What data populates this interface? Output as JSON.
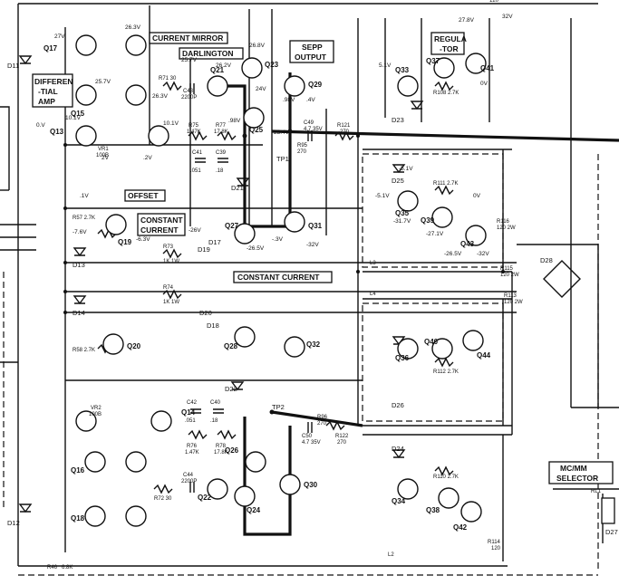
{
  "labels": {
    "current_mirror": "CURRENT MIRROR",
    "darlington": "DARLINGTON",
    "sepp_output_1": "SEPP",
    "sepp_output_2": "OUTPUT",
    "regulator_1": "REGULA",
    "regulator_2": "-TOR",
    "diff_amp_1": "DIFFEREN",
    "diff_amp_2": "-TIAL",
    "diff_amp_3": "AMP",
    "offset": "OFFSET",
    "constant_current_1": "CONSTANT",
    "constant_current_2": "CURRENT",
    "constant_current_main": "CONSTANT CURRENT",
    "mc_mm_selector_1": "MC/MM",
    "mc_mm_selector_2": "SELECTOR",
    "tp1": "TP1",
    "tp2": "TP2"
  },
  "transistors": [
    {
      "id": "q17",
      "label": "Q17"
    },
    {
      "id": "q15",
      "label": "Q15"
    },
    {
      "id": "q13",
      "label": "Q13"
    },
    {
      "id": "q21",
      "label": "Q21"
    },
    {
      "id": "q23",
      "label": "Q23"
    },
    {
      "id": "q25",
      "label": "Q25"
    },
    {
      "id": "q29",
      "label": "Q29"
    },
    {
      "id": "q33",
      "label": "Q33"
    },
    {
      "id": "q37",
      "label": "Q37"
    },
    {
      "id": "q41",
      "label": "Q41"
    },
    {
      "id": "q19",
      "label": "Q19"
    },
    {
      "id": "q27",
      "label": "Q27"
    },
    {
      "id": "q31",
      "label": "Q31"
    },
    {
      "id": "q35",
      "label": "Q35"
    },
    {
      "id": "q39",
      "label": "Q39"
    },
    {
      "id": "q43",
      "label": "Q43"
    },
    {
      "id": "q20",
      "label": "Q20"
    },
    {
      "id": "q28",
      "label": "Q28"
    },
    {
      "id": "q32",
      "label": "Q32"
    },
    {
      "id": "q36",
      "label": "Q36"
    },
    {
      "id": "q40",
      "label": "Q40"
    },
    {
      "id": "q44",
      "label": "Q44"
    },
    {
      "id": "q14",
      "label": "Q14"
    },
    {
      "id": "q16",
      "label": "Q16"
    },
    {
      "id": "q18",
      "label": "Q18"
    },
    {
      "id": "q26",
      "label": "Q26"
    },
    {
      "id": "q22",
      "label": "Q22"
    },
    {
      "id": "q24",
      "label": "Q24"
    },
    {
      "id": "q30",
      "label": "Q30"
    },
    {
      "id": "q34",
      "label": "Q34"
    },
    {
      "id": "q38",
      "label": "Q38"
    },
    {
      "id": "q42",
      "label": "Q42"
    }
  ],
  "diodes": [
    {
      "id": "d11",
      "label": "D11"
    },
    {
      "id": "d13",
      "label": "D13"
    },
    {
      "id": "d14",
      "label": "D14"
    },
    {
      "id": "d12",
      "label": "D12"
    },
    {
      "id": "d21",
      "label": "D21"
    },
    {
      "id": "d22",
      "label": "D22"
    },
    {
      "id": "d17",
      "label": "D17"
    },
    {
      "id": "d18",
      "label": "D18"
    },
    {
      "id": "d19",
      "label": "D19"
    },
    {
      "id": "d20",
      "label": "D20"
    },
    {
      "id": "d23",
      "label": "D23"
    },
    {
      "id": "d24",
      "label": "D24"
    },
    {
      "id": "d25",
      "label": "D25"
    },
    {
      "id": "d26",
      "label": "D26"
    },
    {
      "id": "d27",
      "label": "D27"
    },
    {
      "id": "d28",
      "label": "D28"
    }
  ],
  "components": [
    {
      "id": "r71",
      "label": "R71 30"
    },
    {
      "id": "c43",
      "label": "C43"
    },
    {
      "id": "c43v",
      "label": "2200P"
    },
    {
      "id": "r75",
      "label": "R75"
    },
    {
      "id": "r75v",
      "label": "1.47K"
    },
    {
      "id": "r77",
      "label": "R77"
    },
    {
      "id": "r77v",
      "label": "17.8K"
    },
    {
      "id": "c41",
      "label": "C41"
    },
    {
      "id": "c41v",
      "label": ".051"
    },
    {
      "id": "c39",
      "label": "C39"
    },
    {
      "id": "c39v",
      "label": ".18"
    },
    {
      "id": "c49",
      "label": "C49"
    },
    {
      "id": "c49v",
      "label": "4.7 35V"
    },
    {
      "id": "r121",
      "label": "R121"
    },
    {
      "id": "r121v",
      "label": "270"
    },
    {
      "id": "r95",
      "label": "R95"
    },
    {
      "id": "r95v",
      "label": "270"
    },
    {
      "id": "vr1",
      "label": "VR1"
    },
    {
      "id": "vr1v",
      "label": "100B"
    },
    {
      "id": "vr2",
      "label": "VR2"
    },
    {
      "id": "vr2v",
      "label": "100B"
    },
    {
      "id": "r57",
      "label": "R57 2.7K"
    },
    {
      "id": "r73",
      "label": "R73"
    },
    {
      "id": "r73v",
      "label": "1K 1W"
    },
    {
      "id": "r74",
      "label": "R74"
    },
    {
      "id": "r74v",
      "label": "1K 1W"
    },
    {
      "id": "r111",
      "label": "R111 2.7K"
    },
    {
      "id": "r112",
      "label": "R112 2.7K"
    },
    {
      "id": "r108",
      "label": "R108 2.7K"
    },
    {
      "id": "r110",
      "label": "R110 2.7K"
    },
    {
      "id": "r113",
      "label": "R113"
    },
    {
      "id": "r113v",
      "label": "120 2W"
    },
    {
      "id": "r114",
      "label": "R114"
    },
    {
      "id": "r114v",
      "label": "120"
    },
    {
      "id": "r115",
      "label": "R115"
    },
    {
      "id": "r115v",
      "label": "120 2W"
    },
    {
      "id": "r116",
      "label": "R116"
    },
    {
      "id": "r116v",
      "label": "120 2W"
    },
    {
      "id": "r58",
      "label": "R58 2.7K"
    },
    {
      "id": "c42",
      "label": "C42"
    },
    {
      "id": "c42v",
      "label": ".051"
    },
    {
      "id": "c40",
      "label": "C40"
    },
    {
      "id": "c40v",
      "label": ".18"
    },
    {
      "id": "r76",
      "label": "R76"
    },
    {
      "id": "r76v",
      "label": "1.47K"
    },
    {
      "id": "r78",
      "label": "R78"
    },
    {
      "id": "r78v",
      "label": "17.8K"
    },
    {
      "id": "c44",
      "label": "C44"
    },
    {
      "id": "c44v",
      "label": "2200P"
    },
    {
      "id": "r72",
      "label": "R72 30"
    },
    {
      "id": "c50",
      "label": "C50"
    },
    {
      "id": "c50v",
      "label": "4.7 35V"
    },
    {
      "id": "r96",
      "label": "R96"
    },
    {
      "id": "r96v",
      "label": "270"
    },
    {
      "id": "r122",
      "label": "R122"
    },
    {
      "id": "r122v",
      "label": "270"
    },
    {
      "id": "r46",
      "label": "R46"
    },
    {
      "id": "r46v",
      "label": "6.8K"
    },
    {
      "id": "l2",
      "label": "L2"
    },
    {
      "id": "l3",
      "label": "L3"
    },
    {
      "id": "l4",
      "label": "L4"
    },
    {
      "id": "rl1",
      "label": "RL1"
    },
    {
      "id": "r120",
      "label": "120"
    }
  ],
  "voltages": [
    {
      "id": "v27",
      "label": "27V"
    },
    {
      "id": "v263a",
      "label": "26.3V"
    },
    {
      "id": "v257a",
      "label": "25.7V"
    },
    {
      "id": "v257b",
      "label": "25.7V"
    },
    {
      "id": "v263b",
      "label": "26.3V"
    },
    {
      "id": "v262",
      "label": "26.2V"
    },
    {
      "id": "v268",
      "label": "26.8V"
    },
    {
      "id": "v24",
      "label": "24V"
    },
    {
      "id": "v98a",
      "label": ".98V"
    },
    {
      "id": "v98b",
      "label": ".98V"
    },
    {
      "id": "v4",
      "label": ".4V"
    },
    {
      "id": "v234",
      "label": "23.4V"
    },
    {
      "id": "v0a",
      "label": "0.V"
    },
    {
      "id": "v101a",
      "label": "10.1V"
    },
    {
      "id": "v101b",
      "label": "10.1V"
    },
    {
      "id": "v2a",
      "label": "2V"
    },
    {
      "id": "v2b",
      "label": ".2V"
    },
    {
      "id": "v1",
      "label": ".1V"
    },
    {
      "id": "v76",
      "label": "-7.6V"
    },
    {
      "id": "v63",
      "label": "-6.3V"
    },
    {
      "id": "v26n",
      "label": "-26V"
    },
    {
      "id": "v265n",
      "label": "-26.5V"
    },
    {
      "id": "v3n",
      "label": "-.3V"
    },
    {
      "id": "v32n",
      "label": "-32V"
    },
    {
      "id": "v51",
      "label": "5.1V"
    },
    {
      "id": "v278",
      "label": "27.8V"
    },
    {
      "id": "v32",
      "label": "32V"
    },
    {
      "id": "v0b",
      "label": "0V"
    },
    {
      "id": "v51n",
      "label": "-5.1V"
    },
    {
      "id": "v51n2",
      "label": "-5.1V"
    },
    {
      "id": "v317n",
      "label": "-31.7V"
    },
    {
      "id": "v271n",
      "label": "-27.1V"
    },
    {
      "id": "v0c",
      "label": "0V"
    },
    {
      "id": "v265n2",
      "label": "-26.5V"
    },
    {
      "id": "v32n2",
      "label": "-32V"
    }
  ]
}
